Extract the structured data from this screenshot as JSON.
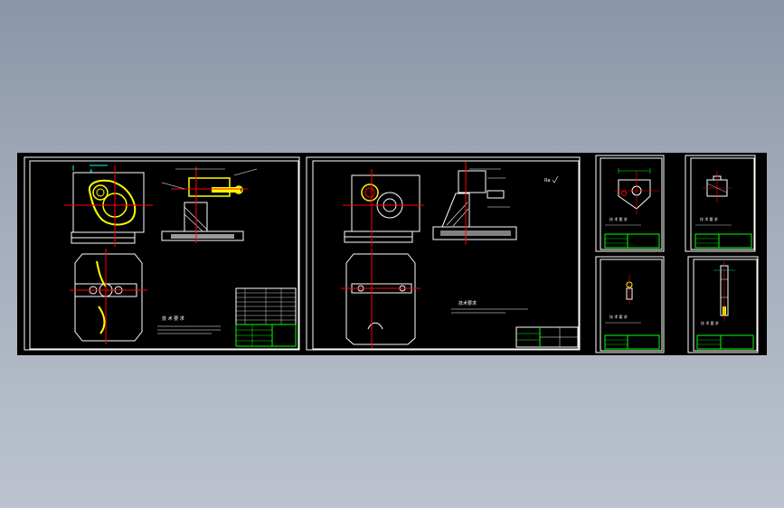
{
  "viewer": {
    "background_top": "#8a96a8",
    "background_bottom": "#bcc3cf",
    "canvas_color": "#000000"
  },
  "colors": {
    "frame": "#ffffff",
    "part": "#ffff00",
    "center_line": "#ff0000",
    "table_line": "#00ff00",
    "dimension": "#00ffff",
    "hatch": "#ffffff"
  },
  "sheets": [
    {
      "name": "assembly-drawing-1",
      "title_text": "技 术 要 求"
    },
    {
      "name": "assembly-drawing-2",
      "title_text": "技术要求",
      "roughness": "Ra"
    },
    {
      "name": "part-drawing-1",
      "title_text": "技 术 要 求"
    },
    {
      "name": "part-drawing-2",
      "title_text": "技 术 要 求"
    },
    {
      "name": "part-drawing-3",
      "title_text": "技 术 要 求"
    },
    {
      "name": "part-drawing-4",
      "title_text": "技 术 要 求"
    }
  ]
}
